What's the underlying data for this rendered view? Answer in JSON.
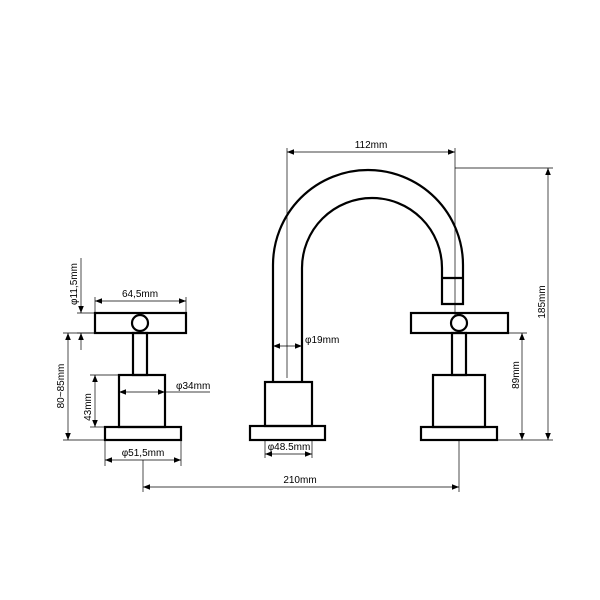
{
  "diagram": {
    "dimensions": {
      "spout_spread": "112mm",
      "total_height": "185mm",
      "handle_height": "89mm",
      "spout_diameter": "φ19mm",
      "spout_base_diameter": "φ48.5mm",
      "overall_width": "210mm",
      "handle_width": "64,5mm",
      "handle_bar_diameter": "φ11,5mm",
      "valve_height_range": "80~85mm",
      "valve_body_height": "43mm",
      "valve_body_diameter": "φ34mm",
      "flange_diameter": "φ51,5mm"
    }
  }
}
